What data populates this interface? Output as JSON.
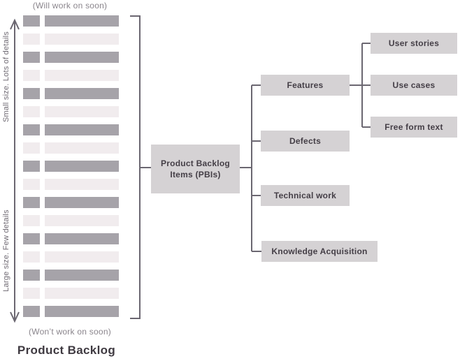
{
  "colors": {
    "line": "#6b6771",
    "bar_dark": "#a6a3a9",
    "bar_light": "#f1ecee",
    "box_bg": "#d5d2d4",
    "box_text": "#443e46",
    "muted_text": "#8a858c",
    "axis_text": "#6f6a73",
    "title_text": "#3f3a41"
  },
  "backlog": {
    "top_note": "(Will work on soon)",
    "bottom_note": "(Won’t work on soon)",
    "title": "Product Backlog",
    "axis": {
      "top_label": "Small size. Lots of details",
      "bottom_label": "Large size. Few details"
    },
    "rows": [
      "dark",
      "light",
      "dark",
      "light",
      "dark",
      "light",
      "dark",
      "light",
      "dark",
      "light",
      "dark",
      "light",
      "dark",
      "light",
      "dark",
      "light",
      "dark"
    ]
  },
  "tree": {
    "root": {
      "line1": "Product Backlog",
      "line2": "Items (PBIs)"
    },
    "children": [
      {
        "label": "Features"
      },
      {
        "label": "Defects"
      },
      {
        "label": "Technical work"
      },
      {
        "label": "Knowledge Acquisition"
      }
    ],
    "features_children": [
      {
        "label": "User stories"
      },
      {
        "label": "Use cases"
      },
      {
        "label": "Free form text"
      }
    ]
  }
}
